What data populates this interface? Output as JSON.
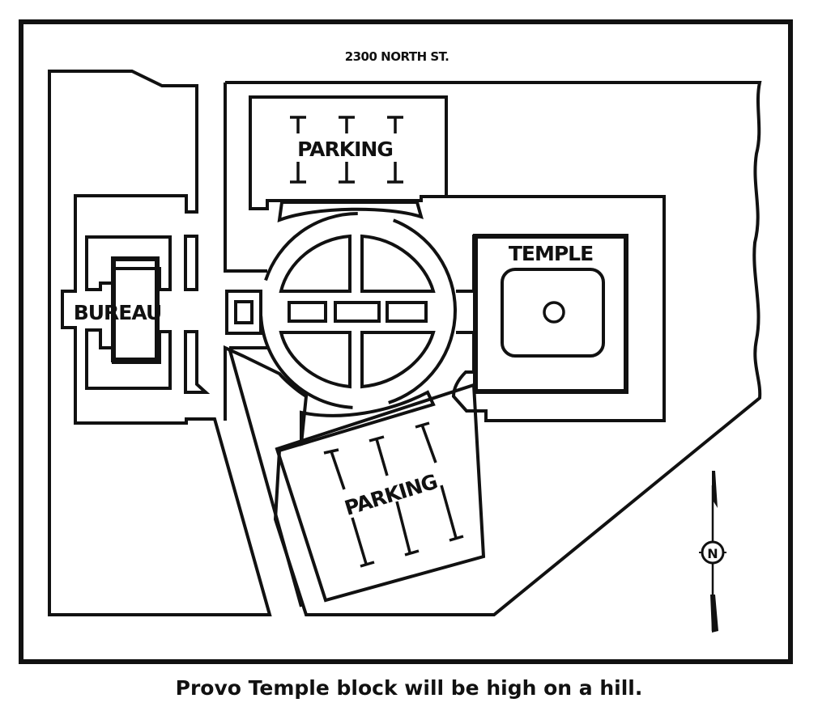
{
  "map": {
    "street_label": "2300 NORTH ST.",
    "labels": {
      "bureau": "BUREAU",
      "temple": "TEMPLE",
      "parking_north": "PARKING",
      "parking_south": "PARKING"
    },
    "compass": {
      "icon": "north-arrow-icon",
      "letter": "N"
    },
    "ink_color": "#111111",
    "paper_color": "#ffffff"
  },
  "caption": "Provo Temple block will be high on a hill."
}
